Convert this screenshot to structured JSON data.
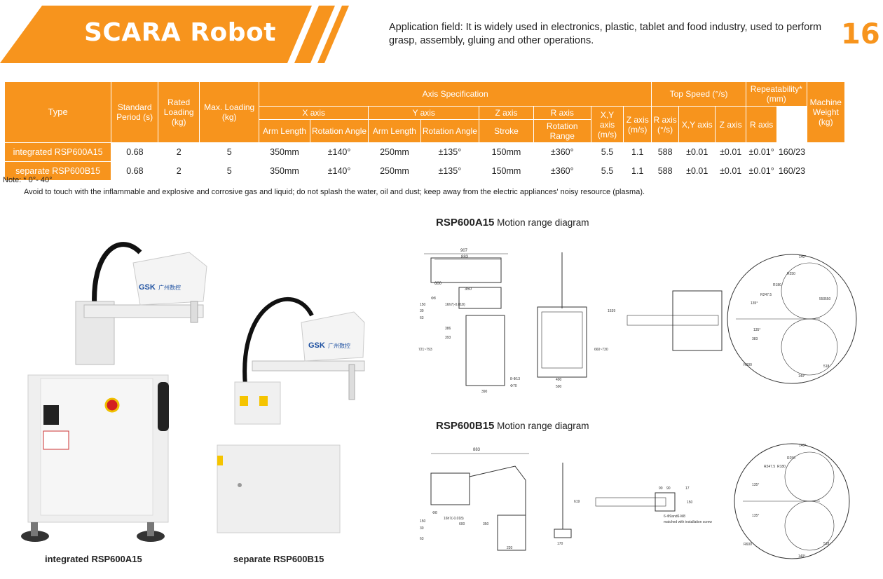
{
  "header": {
    "title": "SCARA Robot",
    "application": "Application field: It is widely used in electronics, plastic, tablet and food industry, used to perform grasp, assembly, gluing and other operations.",
    "page_number": "16",
    "accent_color": "#f7941d"
  },
  "table": {
    "h_type": "Type",
    "h_period": "Standard Period (s)",
    "h_loading": "Rated Loading (kg)",
    "h_max": "Max. Loading (kg)",
    "h_axis": "Axis Specification",
    "h_x": "X axis",
    "h_y": "Y axis",
    "h_z": "Z axis",
    "h_r": "R axis",
    "h_arm": "Arm Length",
    "h_rot": "Rotation Angle",
    "h_stroke": "Stroke",
    "h_rotrange": "Rotation Range",
    "h_speed": "Top Speed (°/s)",
    "h_sxy": "X,Y axis (m/s)",
    "h_sz": "Z axis (m/s)",
    "h_sr": "R axis (°/s)",
    "h_rep": "Repeatability* (mm)",
    "h_rxy": "X,Y axis",
    "h_rz": "Z axis",
    "h_rr": "R axis",
    "h_weight": "Machine Weight (kg)",
    "rows": [
      {
        "type": "integrated RSP600A15",
        "period": "0.68",
        "loading": "2",
        "max": "5",
        "x_arm": "350mm",
        "x_rot": "±140°",
        "y_arm": "250mm",
        "y_rot": "±135°",
        "z": "150mm",
        "r": "±360°",
        "s_xy": "5.5",
        "s_z": "1.1",
        "s_r": "588",
        "r_xy": "±0.01",
        "r_z": "±0.01",
        "r_r": "±0.01°",
        "weight": "160/23"
      },
      {
        "type": "separate RSP600B15",
        "period": "0.68",
        "loading": "2",
        "max": "5",
        "x_arm": "350mm",
        "x_rot": "±140°",
        "y_arm": "250mm",
        "y_rot": "±135°",
        "z": "150mm",
        "r": "±360°",
        "s_xy": "5.5",
        "s_z": "1.1",
        "s_r": "588",
        "r_xy": "±0.01",
        "r_z": "±0.01",
        "r_r": "±0.01°",
        "weight": "160/23"
      }
    ]
  },
  "note": "Note: * 0°- 40°",
  "warning": "Avoid to touch with the inflammable and explosive and corrosive gas and liquid; do not splash the water, oil and dust; keep away from the electric appliances' noisy resource (plasma).",
  "photos": {
    "logo": "GSK",
    "logo_cn": "广州数控",
    "caption_a": "integrated  RSP600A15",
    "caption_b": "separate  RSP600B15"
  },
  "diagram_a": {
    "model": "RSP600A15",
    "label": "Motion range diagram",
    "dims": [
      "907",
      "883",
      "600",
      "350",
      "Φ8",
      "16h7(-0.018)",
      "150",
      "30",
      "63",
      "386",
      "393",
      "721~793",
      "8-Φ13",
      "Φ70",
      "390",
      "490",
      "590",
      "1539",
      "660~730",
      "140°",
      "R250",
      "R180",
      "R247.5",
      "135°",
      "135°",
      "383",
      "518",
      "550",
      "550",
      "R600",
      "140°"
    ]
  },
  "diagram_b": {
    "model": "RSP600B15",
    "label": "Motion range diagram",
    "dims": [
      "883",
      "Φ8",
      "16h7(-0.018)",
      "600",
      "350",
      "150",
      "30",
      "63",
      "220",
      "619",
      "170",
      "90",
      "90",
      "17",
      "150",
      "6-Φ9and6-M8",
      "matched with installation screw",
      "140°",
      "R250",
      "R180",
      "R247.5",
      "135°",
      "135°",
      "518",
      "R600",
      "140°"
    ]
  }
}
